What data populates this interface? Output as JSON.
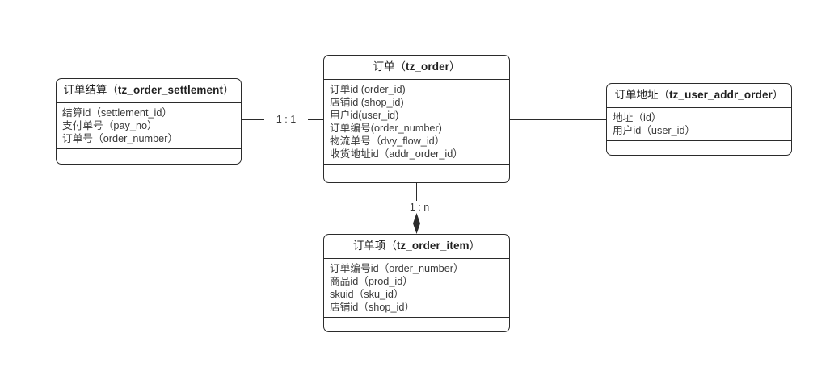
{
  "diagram": {
    "type": "er-diagram",
    "title_visible": false,
    "background_color": "#ffffff",
    "line_color": "#2b2b2b",
    "text_color": "#3a3a3a",
    "entities": [
      {
        "id": "order-settlement",
        "name_cn": "订单结算",
        "table": "tz_order_settlement",
        "title": "订单结算（tz_order_settlement）",
        "attributes": [
          "结算id（settlement_id）",
          "支付单号（pay_no）",
          "订单号（order_number）"
        ]
      },
      {
        "id": "order",
        "name_cn": "订单",
        "table": "tz_order",
        "title": "订单（tz_order）",
        "attributes": [
          "订单id (order_id)",
          "店铺id (shop_id)",
          "用户id(user_id)",
          "订单编号(order_number)",
          "物流单号（dvy_flow_id）",
          "收货地址id（addr_order_id）"
        ]
      },
      {
        "id": "user-addr-order",
        "name_cn": "订单地址",
        "table": "tz_user_addr_order",
        "title": "订单地址（tz_user_addr_order）",
        "attributes": [
          "地址（id）",
          "用户id（user_id）"
        ]
      },
      {
        "id": "order-item",
        "name_cn": "订单项",
        "table": "tz_order_item",
        "title": "订单项（tz_order_item）",
        "attributes": [
          "订单编号id（order_number）",
          "商品id（prod_id）",
          "skuid（sku_id）",
          "店铺id（shop_id）"
        ]
      }
    ],
    "relationships": [
      {
        "id": "settlement-to-order",
        "from": "order-settlement",
        "to": "order",
        "cardinality": "1 : 1",
        "marker": "none"
      },
      {
        "id": "order-to-addr",
        "from": "order",
        "to": "user-addr-order",
        "cardinality": "",
        "marker": "none"
      },
      {
        "id": "order-to-item",
        "from": "order",
        "to": "order-item",
        "cardinality": "1 : n",
        "marker": "filled-diamond-arrow"
      }
    ]
  }
}
